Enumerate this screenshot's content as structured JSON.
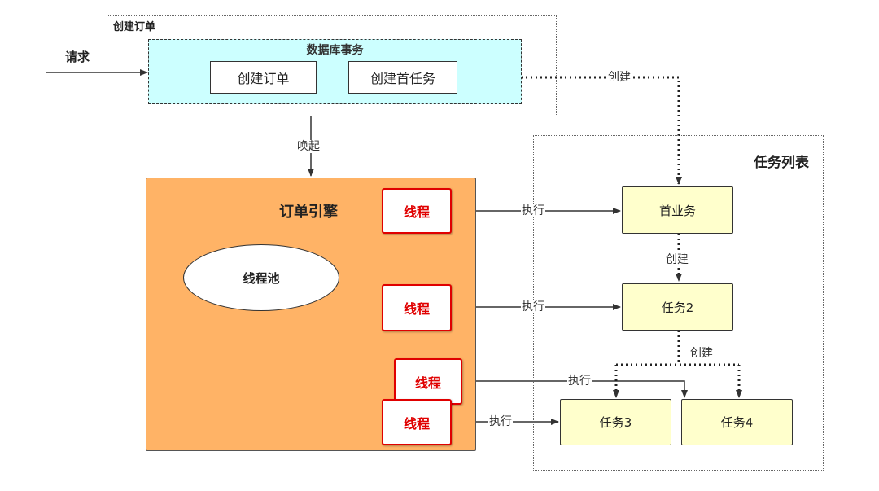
{
  "labels": {
    "request": "请求",
    "create_order_group": "创建订单",
    "db_transaction": "数据库事务",
    "order_engine": "订单引擎",
    "thread_pool": "线程池",
    "task_list": "任务列表"
  },
  "nodes": {
    "create_order": "创建订单",
    "create_first_task": "创建首任务",
    "first_task": "首业务",
    "task2": "任务2",
    "task3": "任务3",
    "task4": "任务4",
    "thread": "线程"
  },
  "edges": {
    "create": "创建",
    "wake": "唤起",
    "execute": "执行"
  },
  "colors": {
    "transaction_fill": "#ccffff",
    "engine_fill": "#ffb366",
    "task_fill": "#ffffcc",
    "thread_red": "#e00000"
  }
}
